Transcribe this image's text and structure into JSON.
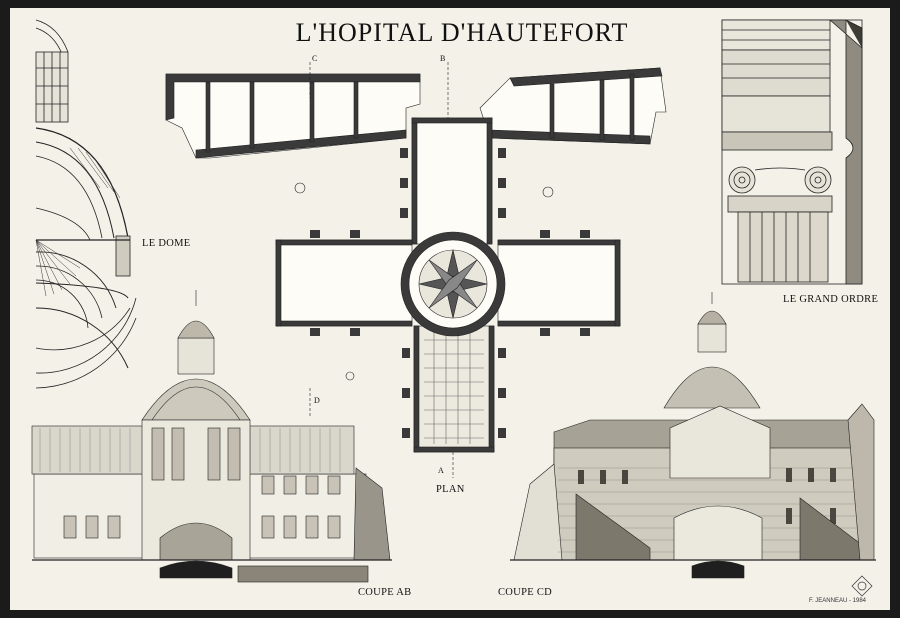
{
  "sheet": {
    "title": "L'HOPITAL D'HAUTEFORT",
    "labels": {
      "dome": "LE DOME",
      "grand_ordre": "LE GRAND ORDRE",
      "plan": "PLAN",
      "coupe_ab": "COUPE AB",
      "coupe_cd": "COUPE CD"
    },
    "section_marks": {
      "a": "A",
      "b": "B",
      "c": "C",
      "d": "D"
    },
    "signature": "F. JEANNEAU - 1984"
  },
  "colors": {
    "paper": "#f3f1e8",
    "ink": "#1a1a1a",
    "wall": "#3a3a3a",
    "frame": "#1b1b1b"
  }
}
